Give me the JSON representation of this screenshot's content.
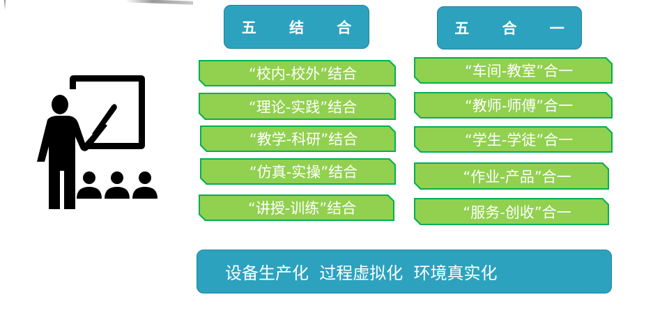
{
  "colors": {
    "header_bg": "#2CA2BF",
    "item_fill": "#92D050",
    "item_border": "#00B050",
    "text": "#FFFFFF",
    "icon": "#000000"
  },
  "illustration": {
    "icon": "teacher-presentation-icon",
    "description": "Teacher pointing at a whiteboard with three students"
  },
  "columns": [
    {
      "title": "五 结 合",
      "items": [
        "“校内-校外”结合",
        "“理论-实践”结合",
        "“教学-科研”结合",
        "“仿真-实操”结合",
        "“讲授-训练”结合"
      ]
    },
    {
      "title": "五 合 一",
      "items": [
        "“车间-教室”合一",
        "“教师-师傅”合一",
        "“学生-学徒”合一",
        "“作业-产品”合一",
        "“服务-创收”合一"
      ]
    }
  ],
  "summary": {
    "text": "设备生产化  过程虚拟化  环境真实化"
  }
}
